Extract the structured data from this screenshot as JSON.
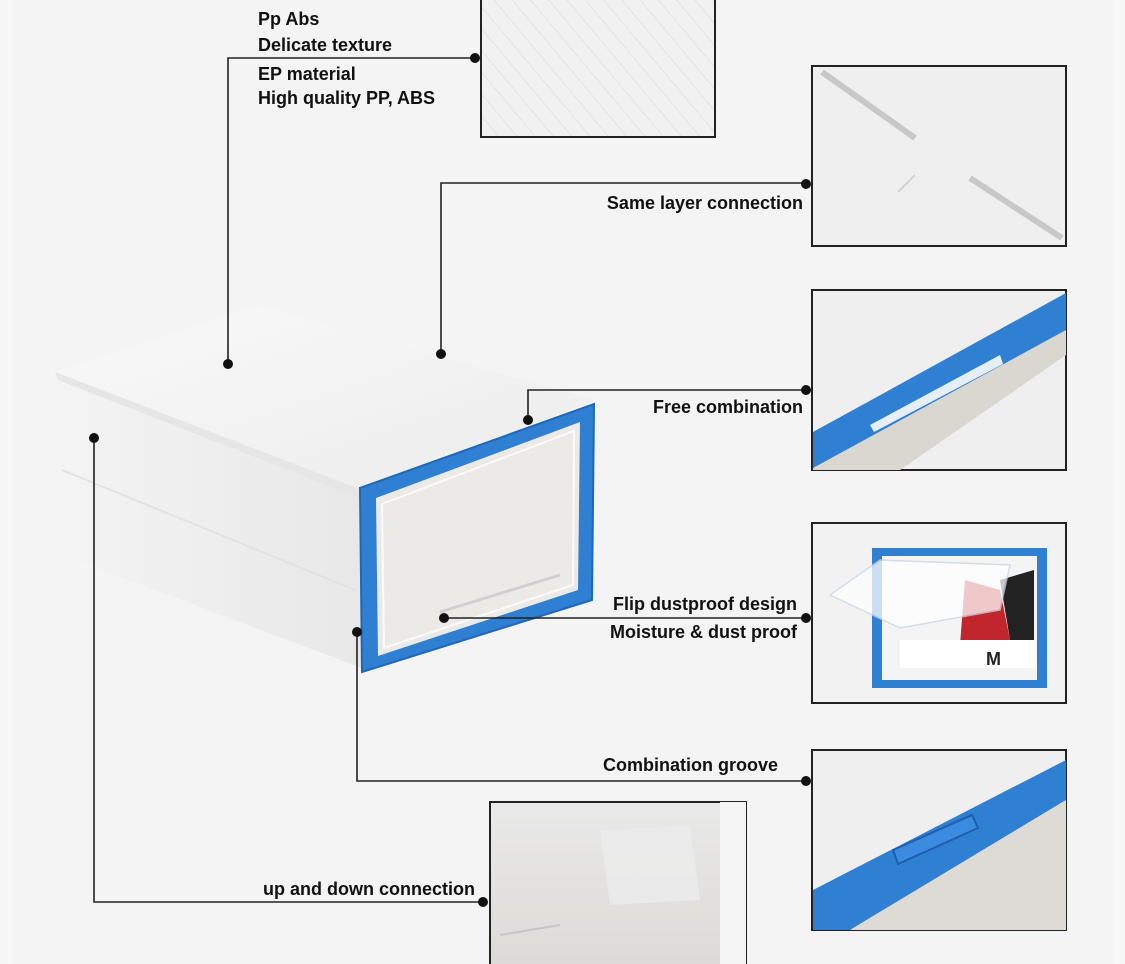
{
  "material_lines": [
    "Pp  Abs",
    "Delicate texture",
    "EP material",
    "High quality PP, ABS"
  ],
  "callouts": {
    "same_layer": "Same layer connection",
    "free_combination": "Free combination",
    "flip_line1": "Flip dustproof design",
    "flip_line2": "Moisture & dust proof",
    "groove": "Combination groove",
    "up_down": "up and down connection"
  },
  "box_label_letter": "M",
  "colors": {
    "frame_blue": "#2f7fd3",
    "frame_blue_dark": "#1f67b8",
    "box_white": "#f3f3f3",
    "background": "#f4f4f4",
    "leader_line": "#222222",
    "label_text": "#111111"
  }
}
